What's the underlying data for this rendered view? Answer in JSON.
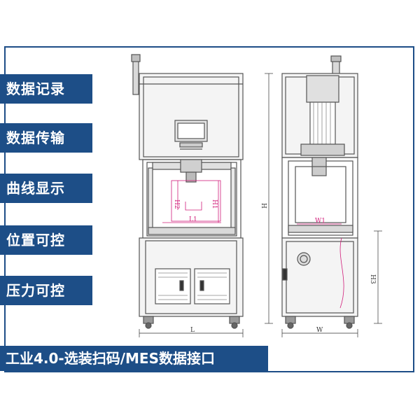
{
  "features": [
    {
      "label": "数据记录"
    },
    {
      "label": "数据传输"
    },
    {
      "label": "曲线显示"
    },
    {
      "label": "位置可控"
    },
    {
      "label": "压力可控"
    }
  ],
  "footer": {
    "text": "工业4.0-选装扫码/MES数据接口"
  },
  "dimensions": {
    "front_width": "L",
    "inner_width": "L1",
    "inner_height_left": "H2",
    "inner_height_right": "H1",
    "side_width": "W",
    "side_inner_width": "W1",
    "total_height": "H",
    "base_height": "H3"
  },
  "colors": {
    "label_bg": "#1d4e87",
    "label_text": "#ffffff",
    "dim_line": "#d11d7a",
    "frame_line": "#555555"
  }
}
